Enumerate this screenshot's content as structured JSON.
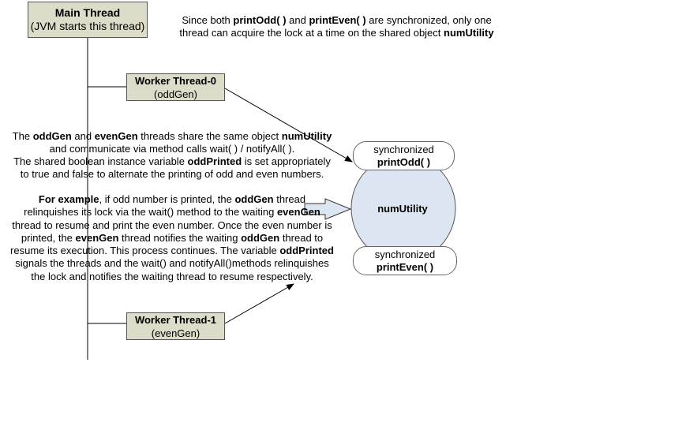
{
  "main_thread": {
    "title": "Main Thread",
    "subtitle": "(JVM starts this thread)"
  },
  "worker0": {
    "title": "Worker Thread-0",
    "subtitle": "(oddGen)"
  },
  "worker1": {
    "title": "Worker Thread-1",
    "subtitle": "(evenGen)"
  },
  "sync_note": {
    "p1": "Since both ",
    "b1": "printOdd( )",
    "p2": " and ",
    "b2": "printEven( )",
    "p3": " are synchronized, only one",
    "p4": "thread can acquire the  lock at a time on the shared object ",
    "b3": "numUtility"
  },
  "share_para": {
    "l1a": "The ",
    "l1b": "oddGen",
    "l1c": " and ",
    "l1d": "evenGen",
    "l1e": " threads share the same object ",
    "l1f": "numUtility",
    "l2": "and communicate via method calls wait( ) / notifyAll( ).",
    "l3a": "The shared boolean instance variable ",
    "l3b": "oddPrinted",
    "l3c": "  is set appropriately",
    "l4": "to true and false to alternate the printing of odd and even numbers."
  },
  "example_para": {
    "l1a": "For example",
    "l1b": ",  if odd number is printed, the ",
    "l1c": "oddGen",
    "l1d": " thread",
    "l2a": "relinquishes its lock via the wait() method to the waiting ",
    "l2b": "evenGen",
    "l3": "thread to resume and print the even number. Once the even number is",
    "l4a": "printed, the ",
    "l4b": "evenGen",
    "l4c": " thread notifies the waiting ",
    "l4d": "oddGen",
    "l4e": " thread to",
    "l5a": "resume its execution. This process continues. The variable ",
    "l5b": "oddPrinted",
    "l6": "signals the threads and the wait() and notifyAll()methods  relinquishes",
    "l7": "the lock and notifies the waiting thread to resume respectively."
  },
  "object": {
    "name": "numUtility",
    "odd_method_kw": "synchronized",
    "odd_method": "printOdd( )",
    "even_method_kw": "synchronized",
    "even_method": "printEven( )"
  },
  "colors": {
    "box_fill": "#dcdcc8",
    "circle_fill": "#dce6f2",
    "line": "#000000"
  }
}
